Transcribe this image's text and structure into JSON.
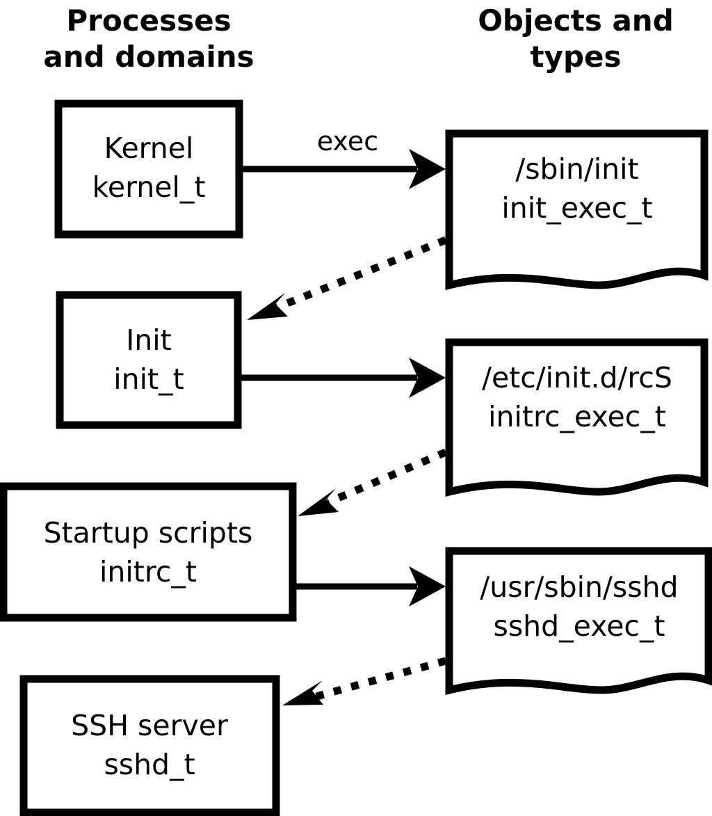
{
  "diagram": {
    "title_left": "Processes\nand domains",
    "columns": [
      {
        "id": "processes",
        "line1": "Processes",
        "line2": "and domains"
      },
      {
        "id": "objects",
        "line1": "Objects and",
        "line2": "types"
      }
    ],
    "process_nodes": [
      {
        "id": "kernel",
        "line1": "Kernel",
        "line2": "kernel_t"
      },
      {
        "id": "init",
        "line1": "Init",
        "line2": "init_t"
      },
      {
        "id": "initrc",
        "line1": "Startup scripts",
        "line2": "initrc_t"
      },
      {
        "id": "sshd",
        "line1": "SSH server",
        "line2": "sshd_t"
      }
    ],
    "object_nodes": [
      {
        "id": "init-exec",
        "line1": "/sbin/init",
        "line2": "init_exec_t"
      },
      {
        "id": "initrc-exec",
        "line1": "/etc/init.d/rcS",
        "line2": "initrc_exec_t"
      },
      {
        "id": "sshd-exec",
        "line1": "/usr/sbin/sshd",
        "line2": "sshd_exec_t"
      }
    ],
    "edges": [
      {
        "id": "kernel-exec-init",
        "from": "kernel",
        "to": "init-exec",
        "style": "solid",
        "label": "exec"
      },
      {
        "id": "initexec-to-init",
        "from": "init-exec",
        "to": "init",
        "style": "dotted",
        "label": ""
      },
      {
        "id": "init-exec-initrc",
        "from": "init",
        "to": "initrc-exec",
        "style": "solid",
        "label": ""
      },
      {
        "id": "initrcexec-to-initrc",
        "from": "initrc-exec",
        "to": "initrc",
        "style": "dotted",
        "label": ""
      },
      {
        "id": "initrc-exec-sshd",
        "from": "initrc",
        "to": "sshd-exec",
        "style": "solid",
        "label": ""
      },
      {
        "id": "sshdexec-to-sshd",
        "from": "sshd-exec",
        "to": "sshd",
        "style": "dotted",
        "label": ""
      }
    ],
    "colors": {
      "stroke": "#000000",
      "fill": "#ffffff",
      "background": "#ffffff"
    }
  }
}
